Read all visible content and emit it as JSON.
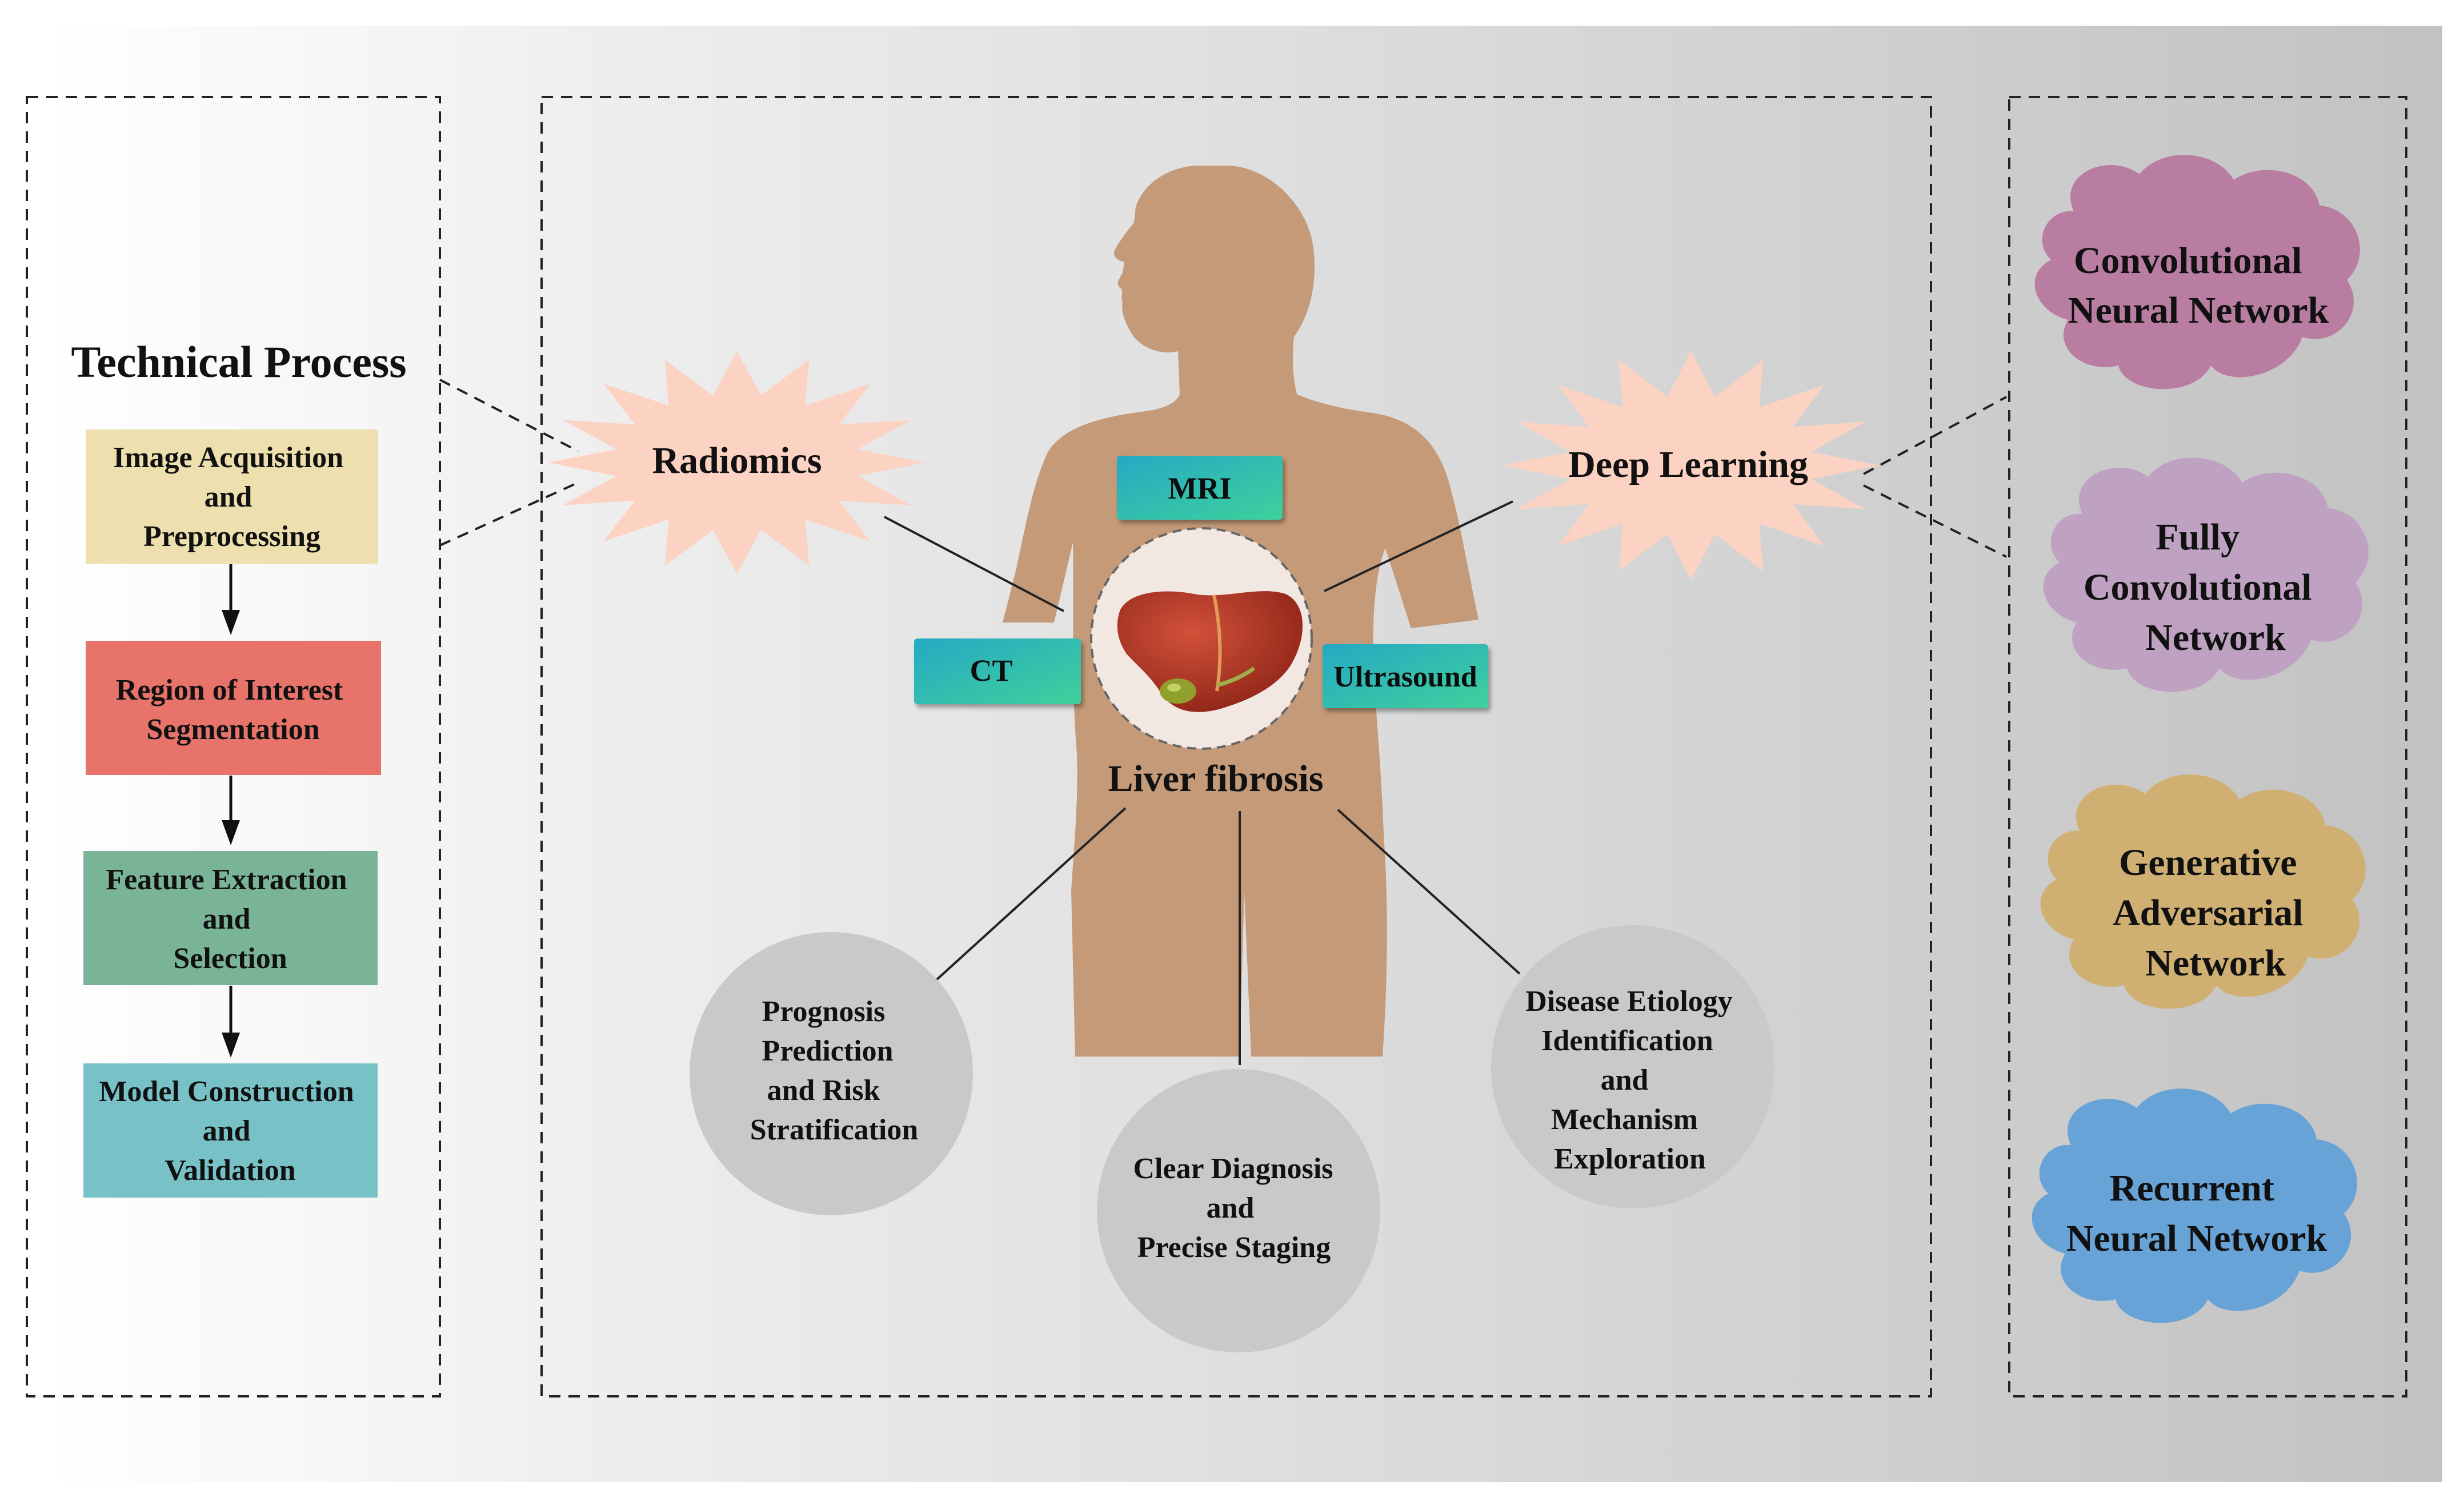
{
  "left_panel": {
    "title": "Technical Process",
    "steps": [
      {
        "lines": [
          "Image Acquisition",
          "and",
          "Preprocessing"
        ],
        "color": "#ede0ae"
      },
      {
        "lines": [
          "Region of Interest",
          "Segmentation"
        ],
        "color": "#e8736b"
      },
      {
        "lines": [
          "Feature Extraction",
          "and",
          "Selection"
        ],
        "color": "#7ab497"
      },
      {
        "lines": [
          "Model Construction",
          "and",
          "Validation"
        ],
        "color": "#78c2c7"
      }
    ]
  },
  "center_panel": {
    "radiomics_label": "Radiomics",
    "deep_learning_label": "Deep Learning",
    "modalities": {
      "mri": "MRI",
      "ct": "CT",
      "ultrasound": "Ultrasound"
    },
    "center_label": "Liver fibrosis",
    "applications": [
      {
        "lines": [
          "Prognosis",
          "Prediction",
          "and Risk",
          "Stratification"
        ]
      },
      {
        "lines": [
          "Clear Diagnosis",
          "and",
          "Precise Staging"
        ]
      },
      {
        "lines": [
          "Disease Etiology",
          "Identification",
          "and",
          "Mechanism",
          "Exploration"
        ]
      }
    ],
    "colors": {
      "body": "#c49a78",
      "starburst": "#fcd2c3",
      "modality_button": "#2bbfa6",
      "application_circle": "#c9c9c9"
    }
  },
  "right_panel": {
    "networks": [
      {
        "lines": [
          "Convolutional",
          "Neural Network"
        ],
        "color": "#b97da2"
      },
      {
        "lines": [
          "Fully",
          "Convolutional",
          "Network"
        ],
        "color": "#bfa2c2"
      },
      {
        "lines": [
          "Generative",
          "Adversarial",
          "Network"
        ],
        "color": "#cfaf72"
      },
      {
        "lines": [
          "Recurrent",
          "Neural Network"
        ],
        "color": "#67a3d6"
      }
    ]
  }
}
